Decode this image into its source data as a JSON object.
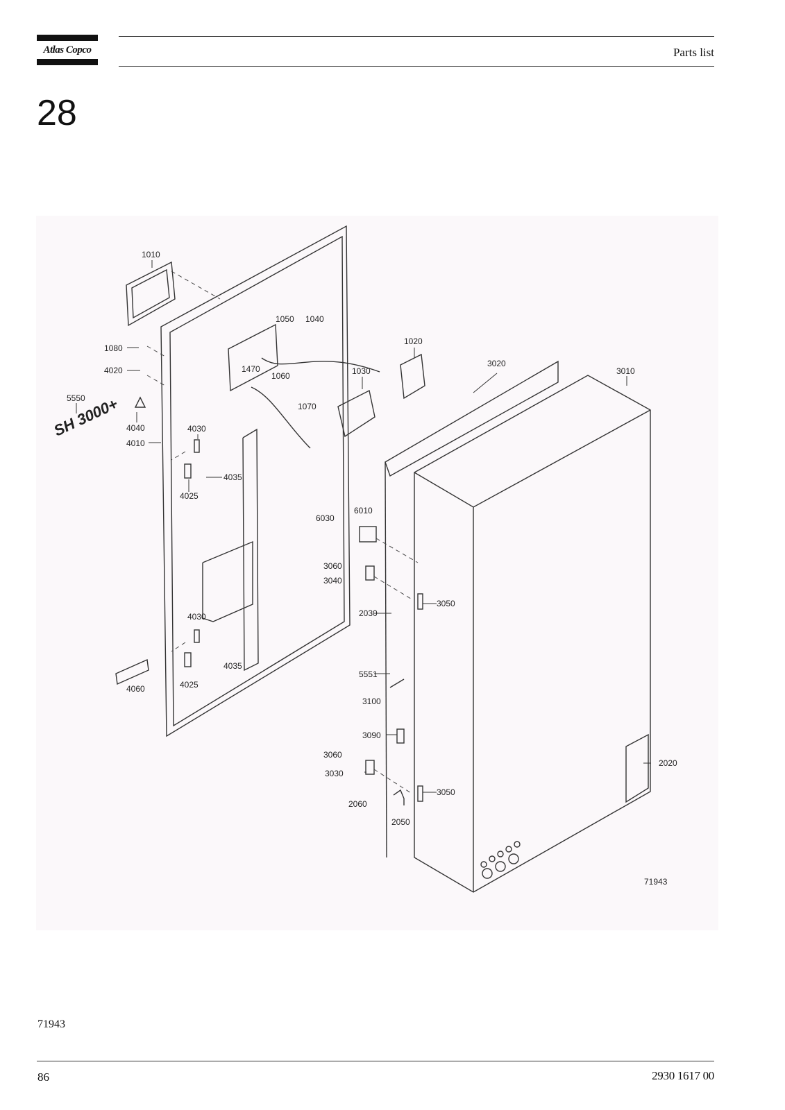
{
  "brand": {
    "name": "Atlas Copco"
  },
  "header": {
    "title": "Parts list"
  },
  "section": {
    "number": "28"
  },
  "figure": {
    "drawing_number": "71943",
    "decal_text": "SH 3000+",
    "callouts": [
      "1010",
      "1050",
      "1040",
      "1080",
      "1020",
      "4020",
      "1470",
      "1060",
      "1030",
      "3020",
      "3010",
      "5550",
      "1070",
      "4040",
      "4030",
      "4010",
      "4035",
      "4025",
      "6030",
      "6010",
      "3060",
      "3040",
      "3050",
      "2030",
      "4030",
      "4035",
      "4060",
      "4025",
      "5551",
      "3100",
      "3090",
      "3060",
      "2020",
      "3030",
      "3050",
      "2060",
      "2050",
      "71943"
    ]
  },
  "figure_caption": "71943",
  "footer": {
    "page": "86",
    "doc_number": "2930 1617 00"
  }
}
